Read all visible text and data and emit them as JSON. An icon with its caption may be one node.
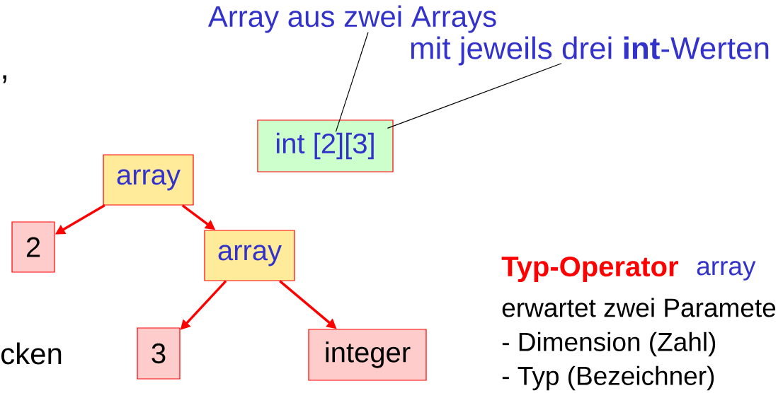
{
  "diagram": {
    "nodes": [
      {
        "text": [
          "Array aus zwei Arrays"
        ]
      },
      {
        "text": [
          "mit jeweils drei **int**-Werten"
        ]
      },
      {
        "text": [
          "int [2][3]"
        ]
      },
      {
        "text": [
          "array"
        ]
      },
      {
        "text": [
          "2"
        ]
      },
      {
        "text": [
          "array"
        ]
      },
      {
        "text": [
          "3"
        ]
      },
      {
        "text": [
          "integer"
        ]
      }
    ],
    "edges": [
      {
        "from": 0,
        "to": 2,
        "arrow": "none",
        "color": "#000000"
      },
      {
        "from": 1,
        "to": 2,
        "arrow": "none",
        "color": "#000000"
      },
      {
        "from": 3,
        "to": 4,
        "arrow": "to"
      },
      {
        "from": 3,
        "to": 5,
        "arrow": "to"
      },
      {
        "from": 5,
        "to": 6,
        "arrow": "to"
      },
      {
        "from": 5,
        "to": 7,
        "arrow": "to"
      }
    ],
    "labels": [
      ",",
      "Typ-Operator",
      "array",
      "erwartet zwei Paramete",
      "- Dimension (Zahl)",
      "- Typ (Bezeichner)",
      "cken"
    ]
  }
}
